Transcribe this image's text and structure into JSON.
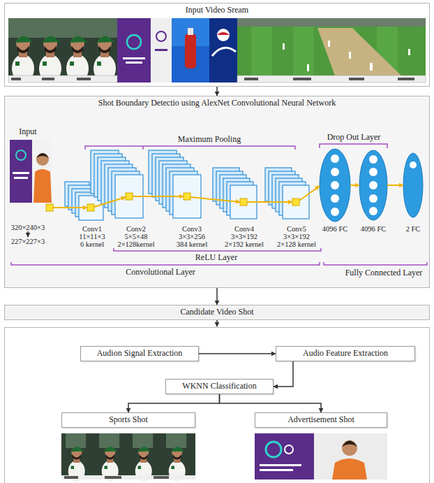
{
  "diagram": {
    "nodes": [
      {
        "text": [
          "Input Video Sream"
        ]
      },
      {
        "text": [
          "Shot Boundary Detectio using AlexNet Convolutional Neural Network"
        ]
      },
      {
        "text": [
          "Candidate Video Shot"
        ]
      },
      {
        "text": [
          "Audion Signal Extraction"
        ]
      },
      {
        "text": [
          "Audio Feature Extraction"
        ]
      },
      {
        "text": [
          "WKNN Classification"
        ]
      },
      {
        "text": [
          "Sports Shot"
        ]
      },
      {
        "text": [
          "Advertisement Shot"
        ]
      }
    ],
    "edges": [
      {
        "from": 0,
        "to": 1,
        "arrow": "to"
      },
      {
        "from": 1,
        "to": 2,
        "arrow": "to"
      },
      {
        "from": 3,
        "to": 4,
        "arrow": "to"
      },
      {
        "from": 4,
        "to": 5,
        "arrow": "to"
      },
      {
        "from": 5,
        "to": 6,
        "arrow": "to"
      },
      {
        "from": 5,
        "to": 7,
        "arrow": "to"
      }
    ],
    "labels": [
      "Input",
      "320×240×3",
      "227×227×3",
      "Maximum Pooling",
      "Drop Out Layer",
      "Conv1",
      "11×11×3",
      "6 kernel",
      "Conv2",
      "5×5×48",
      "2×128kernel",
      "Conv3",
      "3×3×256",
      "384 kernel",
      "Conv4",
      "3×3×192",
      "2×192 kernel",
      "Conv5",
      "3×3×192",
      "2×128 kernel",
      "4096 FC",
      "4096 FC",
      "2 FC",
      "ReLU Layer",
      "Convolutional Layer",
      "Fully Connected Layer"
    ]
  }
}
